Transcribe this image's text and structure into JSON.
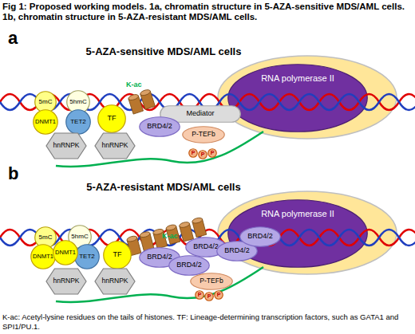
{
  "diagram": {
    "title": "Fig 1: Proposed working models. 1a, chromatin structure in 5-AZA-sensitive MDS/AML cells. 1b, chromatin structure in 5-AZA-resistant MDS/AML cells.",
    "caption": "K-ac: Acetyl-lysine residues on the tails of histones. TF: Lineage-determining transcription factors, such as GATA1 and SPI1/PU.1.",
    "nodes": [
      {
        "text": [
          "5mC"
        ]
      },
      {
        "text": [
          "5hmC"
        ]
      },
      {
        "text": [
          "DNMT1"
        ]
      },
      {
        "text": [
          "TET2"
        ]
      },
      {
        "text": [
          "TF"
        ]
      },
      {
        "text": [
          "hnRNPK"
        ]
      },
      {
        "text": [
          "hnRNPK"
        ]
      },
      {
        "text": [
          "BRD4/2"
        ]
      },
      {
        "text": [
          "Mediator"
        ]
      },
      {
        "text": [
          "P-TEFb"
        ]
      },
      {
        "text": [
          "P"
        ]
      },
      {
        "text": [
          "P"
        ]
      },
      {
        "text": [
          "P"
        ]
      },
      {
        "text": [
          "RNA polymerase II"
        ]
      },
      {
        "text": [
          "5mC"
        ]
      },
      {
        "text": [
          "5hmC"
        ]
      },
      {
        "text": [
          "DNMT1"
        ]
      },
      {
        "text": [
          "DNMT1"
        ]
      },
      {
        "text": [
          "TET2"
        ]
      },
      {
        "text": [
          "TF"
        ]
      },
      {
        "text": [
          "hnRNPK"
        ]
      },
      {
        "text": [
          "hnRNPK"
        ]
      },
      {
        "text": [
          "BRD4/2"
        ]
      },
      {
        "text": [
          "BRD4/2"
        ]
      },
      {
        "text": [
          "BRD4/2"
        ]
      },
      {
        "text": [
          "BRD4/2"
        ]
      },
      {
        "text": [
          "BRD4/2"
        ]
      },
      {
        "text": [
          "P-TEFb"
        ]
      },
      {
        "text": [
          "P"
        ]
      },
      {
        "text": [
          "P"
        ]
      },
      {
        "text": [
          "P"
        ]
      },
      {
        "text": [
          "RNA polymerase II"
        ]
      }
    ],
    "labels": [
      "a",
      "5-AZA-sensitive MDS/AML cells",
      "K-ac",
      "b",
      "5-AZA-resistant MDS/AML cells",
      "K-ac"
    ]
  }
}
